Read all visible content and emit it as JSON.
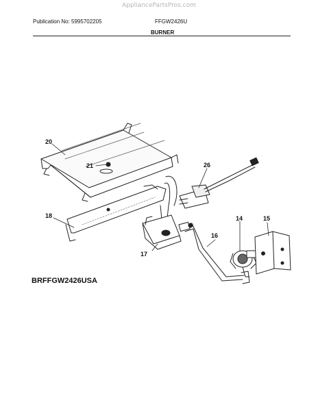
{
  "watermark": "AppliancePartsPros.com",
  "header": {
    "publication": "Publication No: 5995702205",
    "model": "FFGW2426U",
    "section_title": "BURNER"
  },
  "diagram_code": "BRFFGW2426USA",
  "parts": [
    {
      "callout": "20"
    },
    {
      "callout": "21"
    },
    {
      "callout": "26"
    },
    {
      "callout": "18"
    },
    {
      "callout": "16"
    },
    {
      "callout": "14"
    },
    {
      "callout": "15"
    },
    {
      "callout": "17"
    }
  ]
}
